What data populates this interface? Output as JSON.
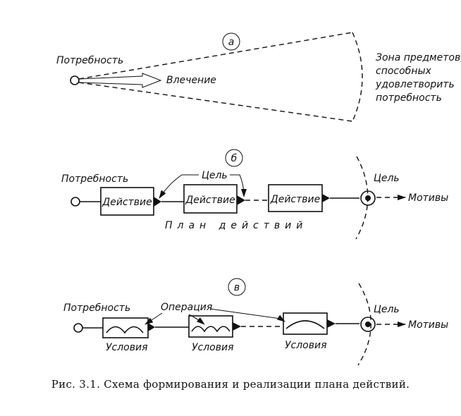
{
  "panel_a": {
    "marker": "а",
    "need": "Потребность",
    "drive": "Влечение",
    "zone": [
      "Зона предметов,",
      "способных",
      "удовлетворить",
      "потребность"
    ]
  },
  "panel_b": {
    "marker": "б",
    "need": "Потребность",
    "goal_label": "Цель",
    "actions": [
      "Действие",
      "Действие",
      "Действие"
    ],
    "plan": "План действий",
    "goal": "Цель",
    "motives": "Мотивы"
  },
  "panel_c": {
    "marker": "в",
    "need": "Потребность",
    "operation": "Операция",
    "conditions": [
      "Условия",
      "Условия",
      "Условия"
    ],
    "goal": "Цель",
    "motives": "Мотивы"
  },
  "caption": "Рис. 3.1. Схема формирования и реализации плана действий."
}
